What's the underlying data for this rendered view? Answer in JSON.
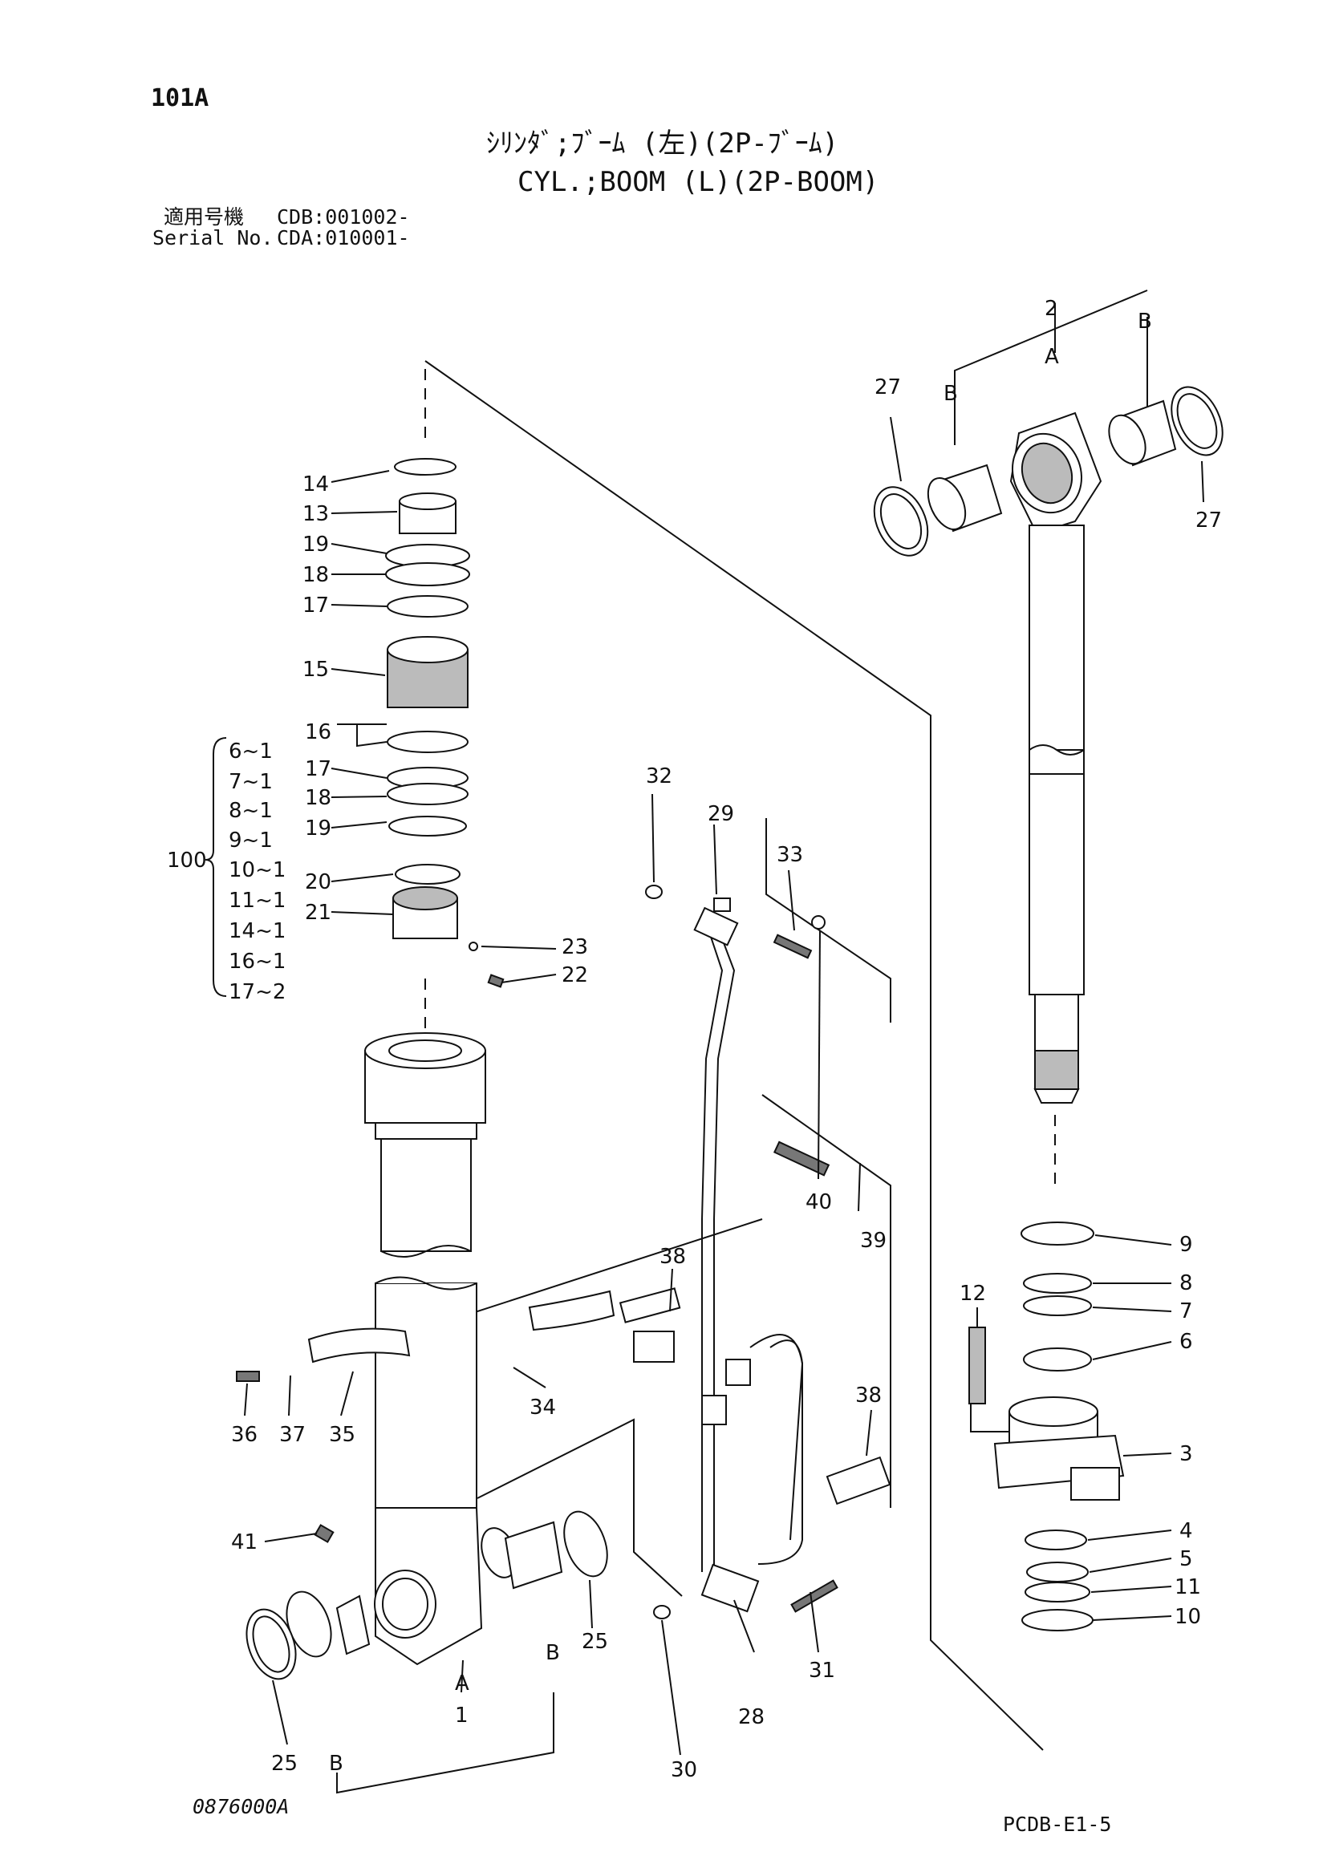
{
  "page": {
    "code": "101A",
    "title_jp": "ｼﾘﾝﾀﾞ;ﾌﾞｰﾑ (左)(2P-ﾌﾞｰﾑ)",
    "title_en": "CYL.;BOOM (L)(2P-BOOM)",
    "serial_label_jp": "適用号機",
    "serial_value_1": "CDB:001002-",
    "serial_label_en": "Serial No.",
    "serial_value_2": "CDA:010001-",
    "drawing_number": "0876000A",
    "page_ref": "PCDB-E1-5"
  },
  "callouts": {
    "c1": "1",
    "c2": "2",
    "c3": "3",
    "c4": "4",
    "c5": "5",
    "c6": "6",
    "c7": "7",
    "c8": "8",
    "c9": "9",
    "c10": "10",
    "c11": "11",
    "c12": "12",
    "c13": "13",
    "c14": "14",
    "c15": "15",
    "c16": "16",
    "c17a": "17",
    "c17b": "17",
    "c18a": "18",
    "c18b": "18",
    "c19a": "19",
    "c19b": "19",
    "c20": "20",
    "c21": "21",
    "c22": "22",
    "c23": "23",
    "c25a": "25",
    "c25b": "25",
    "c27a": "27",
    "c27b": "27",
    "c28": "28",
    "c29": "29",
    "c30": "30",
    "c31": "31",
    "c32": "32",
    "c33": "33",
    "c34": "34",
    "c35": "35",
    "c36": "36",
    "c37": "37",
    "c38a": "38",
    "c38b": "38",
    "c39": "39",
    "c40": "40",
    "c41": "41",
    "A1": "A",
    "B1a": "B",
    "B1b": "B",
    "A2": "A",
    "B2a": "B",
    "B2b": "B"
  },
  "kit": {
    "number": "100",
    "items": [
      "6~1",
      "7~1",
      "8~1",
      "9~1",
      "10~1",
      "11~1",
      "14~1",
      "16~1",
      "17~2"
    ]
  }
}
